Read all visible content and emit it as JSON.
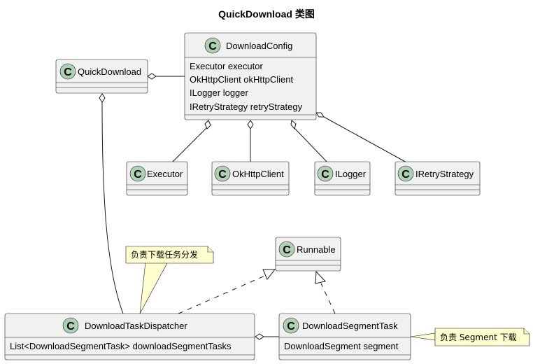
{
  "title": "QuickDownload 类图",
  "classes": {
    "quick_download": {
      "name": "QuickDownload",
      "fields": []
    },
    "download_config": {
      "name": "DownloadConfig",
      "fields": [
        "Executor executor",
        "OkHttpClient okHttpClient",
        "ILogger logger",
        "IRetryStrategy retryStrategy"
      ]
    },
    "executor": {
      "name": "Executor",
      "fields": []
    },
    "okhttp_client": {
      "name": "OkHttpClient",
      "fields": []
    },
    "ilogger": {
      "name": "ILogger",
      "fields": []
    },
    "iretry_strategy": {
      "name": "IRetryStrategy",
      "fields": []
    },
    "runnable": {
      "name": "Runnable",
      "fields": []
    },
    "download_task_dispatcher": {
      "name": "DownloadTaskDispatcher",
      "fields": [
        "List<DownloadSegmentTask> downloadSegmentTasks"
      ]
    },
    "download_segment_task": {
      "name": "DownloadSegmentTask",
      "fields": [
        "DownloadSegment segment"
      ]
    }
  },
  "badge_letter": "C",
  "notes": {
    "dispatcher_note": "负责下载任务分发",
    "segment_note": "负责 Segment 下载"
  },
  "colors": {
    "class_fill": "#f1f1f1",
    "class_badge": "#add1b2",
    "note_fill": "#fefece",
    "line": "#181818"
  }
}
